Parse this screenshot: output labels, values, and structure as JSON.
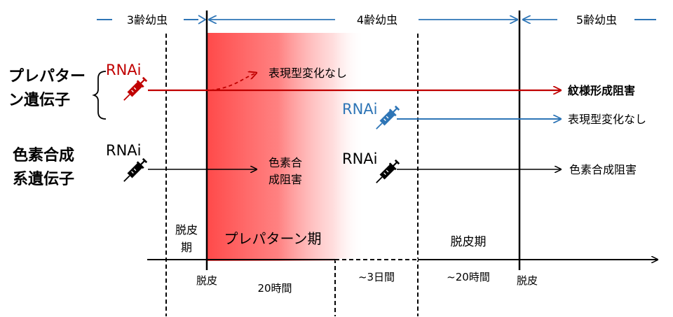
{
  "stages": {
    "instar3": "3齢幼虫",
    "instar4": "4齢幼虫",
    "instar5": "5齢幼虫"
  },
  "groups": {
    "prepattern_line1": "プレパター",
    "prepattern_line2": "ン遺伝子",
    "pigment_line1": "色素合成",
    "pigment_line2": "系遺伝子"
  },
  "rnai_label": "RNAi",
  "outcomes": {
    "no_change_early": "表現型変化なし",
    "pattern_inhibition": "紋様形成阻害",
    "no_change_late": "表現型変化なし",
    "pigment_inhibition_early_line1": "色素合",
    "pigment_inhibition_early_line2": "成阻害",
    "pigment_inhibition_late": "色素合成阻害"
  },
  "periods": {
    "molt_period_early_line1": "脱皮",
    "molt_period_early_line2": "期",
    "prepattern_period": "プレパターン期",
    "molt_period_late": "脱皮期"
  },
  "time_labels": {
    "ecdysis_1": "脱皮",
    "hours_20": "20時間",
    "days_3": "~3日間",
    "hours_20_b": "~20時間",
    "ecdysis_2": "脱皮"
  },
  "colors": {
    "red": "#c00000",
    "blue": "#2e75b6",
    "prepattern_band": "#ff4d4d",
    "black": "#000000"
  },
  "icons": {
    "syringe": "syringe-icon"
  }
}
